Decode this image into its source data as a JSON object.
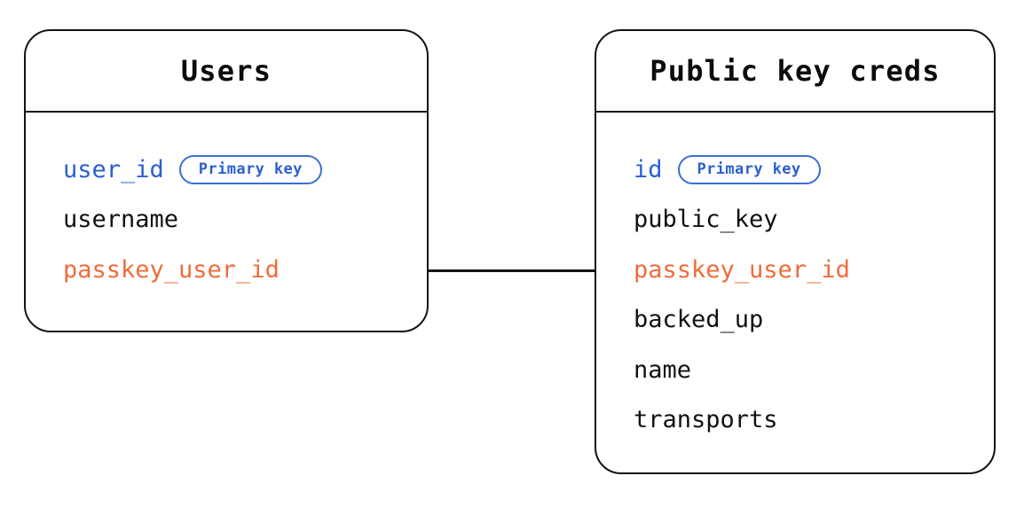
{
  "diagram": {
    "type": "entity-relationship-diagram",
    "background": "#ffffff",
    "colors": {
      "stroke": "#141414",
      "text": "#111111",
      "primary_key": "#2b5fd0",
      "foreign_key": "#ef6c3a",
      "badge_border": "#3b6fd4"
    }
  },
  "entities": [
    {
      "id": "users",
      "title": "Users",
      "fields": [
        {
          "name": "user_id",
          "role": "pk",
          "badge": "Primary key"
        },
        {
          "name": "username",
          "role": "plain",
          "badge": null
        },
        {
          "name": "passkey_user_id",
          "role": "fk",
          "badge": null
        }
      ]
    },
    {
      "id": "public_key_creds",
      "title": "Public key creds",
      "fields": [
        {
          "name": "id",
          "role": "pk",
          "badge": "Primary key"
        },
        {
          "name": "public_key",
          "role": "plain",
          "badge": null
        },
        {
          "name": "passkey_user_id",
          "role": "fk",
          "badge": null
        },
        {
          "name": "backed_up",
          "role": "plain",
          "badge": null
        },
        {
          "name": "name",
          "role": "plain",
          "badge": null
        },
        {
          "name": "transports",
          "role": "plain",
          "badge": null
        }
      ]
    }
  ],
  "relationships": [
    {
      "id": "users-to-public-key-creds",
      "from": "users.passkey_user_id",
      "to": "public_key_creds.passkey_user_id",
      "style": "straight-line",
      "label": ""
    }
  ]
}
